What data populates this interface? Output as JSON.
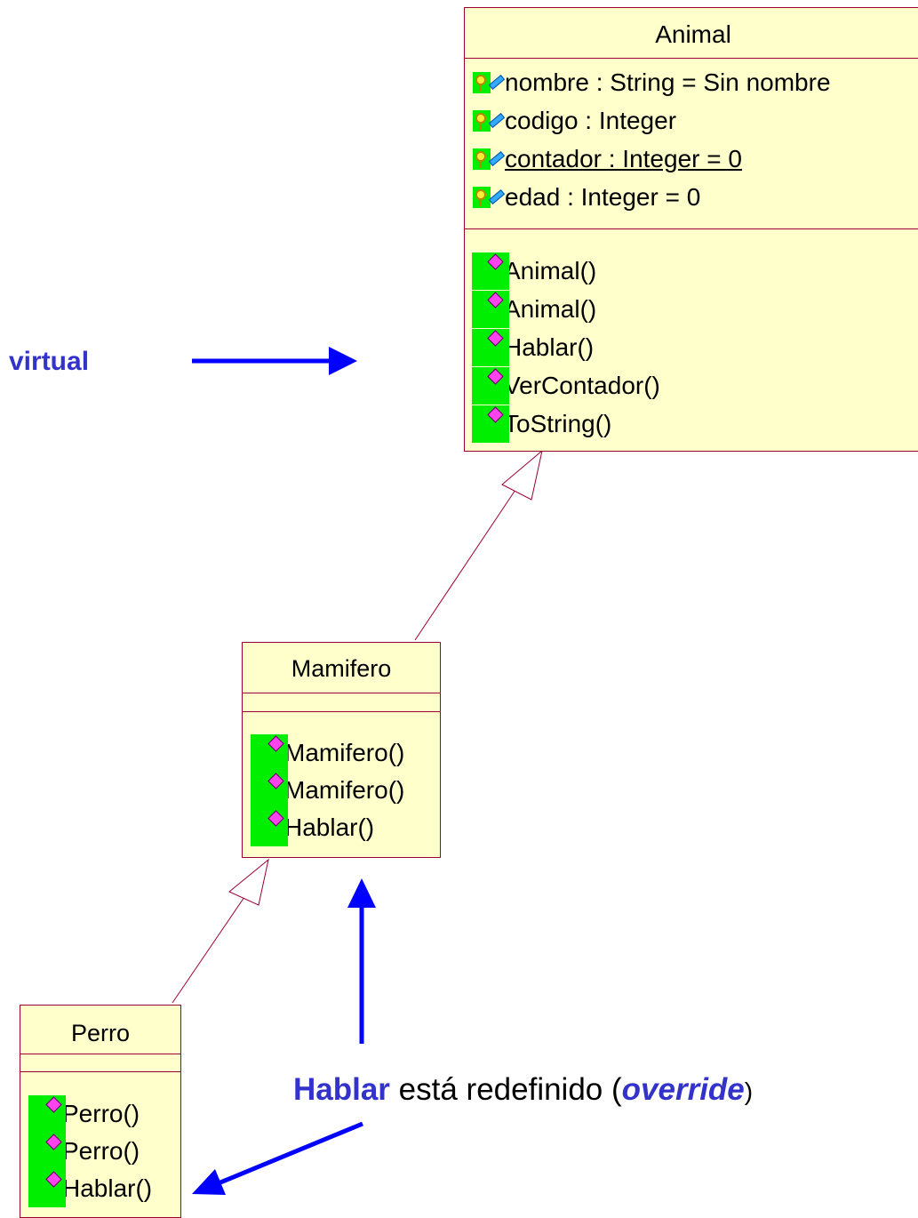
{
  "animal": {
    "name": "Animal",
    "attributes": [
      {
        "text": "nombre : String = Sin nombre",
        "static": false
      },
      {
        "text": "codigo : Integer",
        "static": false
      },
      {
        "text": "contador : Integer = 0",
        "static": true
      },
      {
        "text": "edad : Integer = 0",
        "static": false
      }
    ],
    "methods": [
      "Animal()",
      "Animal()",
      "Hablar()",
      "VerContador()",
      "ToString()"
    ]
  },
  "mamifero": {
    "name": "Mamifero",
    "methods": [
      "Mamifero()",
      "Mamifero()",
      "Hablar()"
    ]
  },
  "perro": {
    "name": "Perro",
    "methods": [
      "Perro()",
      "Perro()",
      "Hablar()"
    ]
  },
  "annotations": {
    "virtual_label": "virtual",
    "override_method": "Hablar",
    "override_text": " está redefinido (",
    "override_keyword": "override",
    "override_close": ")"
  },
  "colors": {
    "class_fill": "#ffffcc",
    "class_border": "#990033",
    "annotation_blue": "#3333cc",
    "arrow_blue": "#0000ff",
    "icon_green": "#00ee00",
    "method_diamond": "#ff44ee"
  }
}
